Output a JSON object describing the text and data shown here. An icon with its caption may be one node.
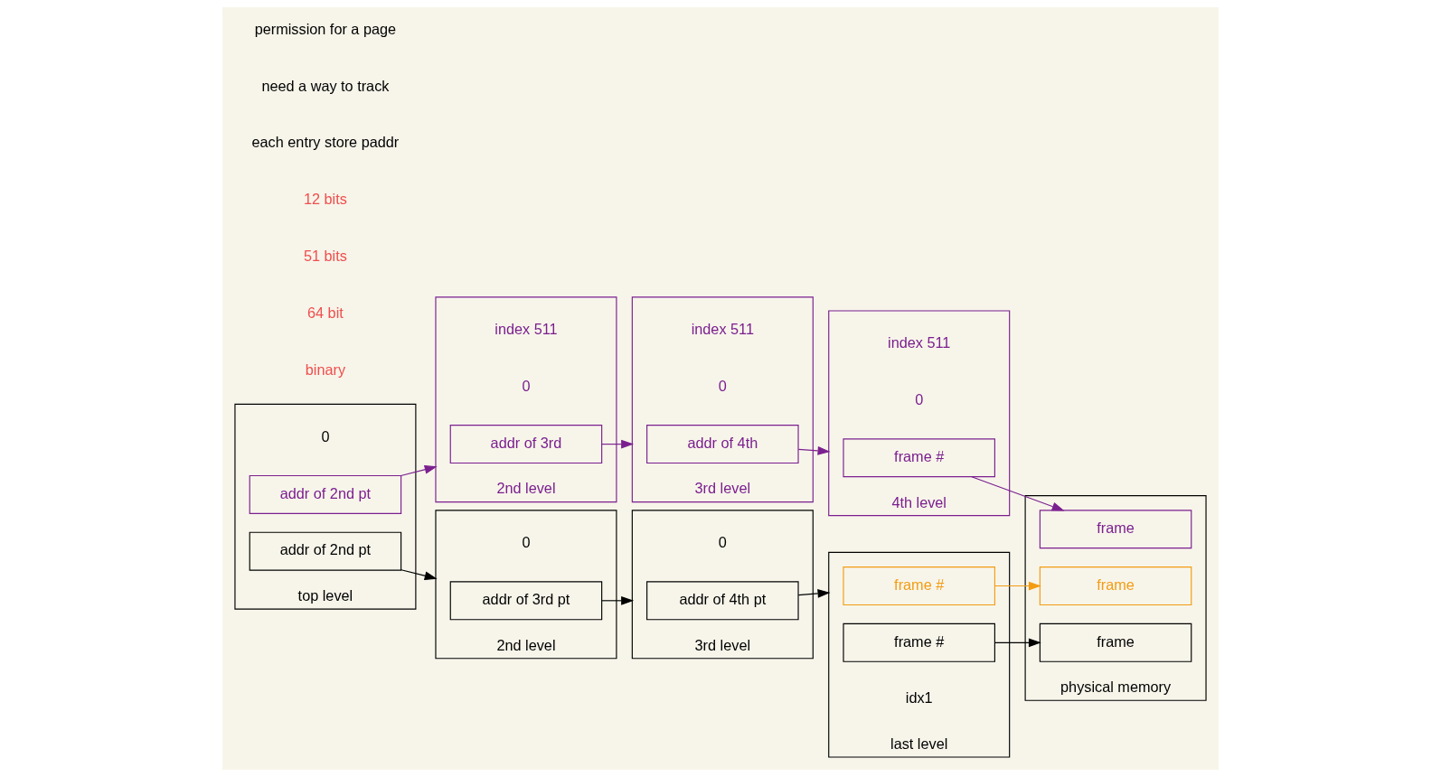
{
  "diagram": {
    "nodes": [
      {
        "text": [
          "top level"
        ],
        "beside": [
          "0"
        ]
      },
      {
        "text": [
          "addr of 2nd pt"
        ],
        "in": 0
      },
      {
        "text": [
          "addr of 2nd pt"
        ],
        "in": 0
      },
      {
        "text": [
          "2nd level"
        ],
        "beside": [
          "0"
        ]
      },
      {
        "text": [
          "addr of 3rd pt"
        ],
        "in": 3
      },
      {
        "text": [
          "3rd level"
        ],
        "beside": [
          "0"
        ]
      },
      {
        "text": [
          "addr of 4th pt"
        ],
        "in": 5
      },
      {
        "text": [
          "last level"
        ]
      },
      {
        "text": [
          "frame #"
        ],
        "in": 7
      },
      {
        "text": [
          "frame #"
        ],
        "in": 7,
        "beside": [
          "idx1"
        ]
      },
      {
        "text": [
          "2nd level"
        ],
        "beside": [
          "index 511",
          "0"
        ]
      },
      {
        "text": [
          "addr of 3rd"
        ],
        "in": 10
      },
      {
        "text": [
          "3rd level"
        ],
        "beside": [
          "index 511",
          "0"
        ]
      },
      {
        "text": [
          "addr of 4th"
        ],
        "in": 12
      },
      {
        "text": [
          "4th level"
        ],
        "beside": [
          "index 511",
          "0"
        ]
      },
      {
        "text": [
          "frame #"
        ],
        "in": 14
      },
      {
        "text": [
          "physical memory"
        ]
      },
      {
        "text": [
          "frame"
        ],
        "in": 16
      },
      {
        "text": [
          "frame"
        ],
        "in": 16
      },
      {
        "text": [
          "frame"
        ],
        "in": 16
      }
    ],
    "edges": [
      {
        "from": 1,
        "to": 10,
        "arrow": "to",
        "color": "#7b1f8f"
      },
      {
        "from": 11,
        "to": 12,
        "arrow": "to",
        "color": "#7b1f8f"
      },
      {
        "from": 13,
        "to": 14,
        "arrow": "to",
        "color": "#7b1f8f"
      },
      {
        "from": 15,
        "to": 17,
        "arrow": "to",
        "color": "#7b1f8f"
      },
      {
        "from": 2,
        "to": 3,
        "arrow": "to",
        "color": "#000000"
      },
      {
        "from": 4,
        "to": 5,
        "arrow": "to",
        "color": "#000000"
      },
      {
        "from": 6,
        "to": 7,
        "arrow": "to",
        "color": "#000000"
      },
      {
        "from": 9,
        "to": 18,
        "arrow": "to",
        "color": "#000000"
      },
      {
        "from": 8,
        "to": 19,
        "arrow": "to",
        "color": "#f39c12"
      }
    ],
    "labels": [
      "binary",
      "64 bit",
      "51 bits",
      "12 bits",
      "each entry store paddr",
      "need a way to track",
      "permission for a page"
    ]
  }
}
